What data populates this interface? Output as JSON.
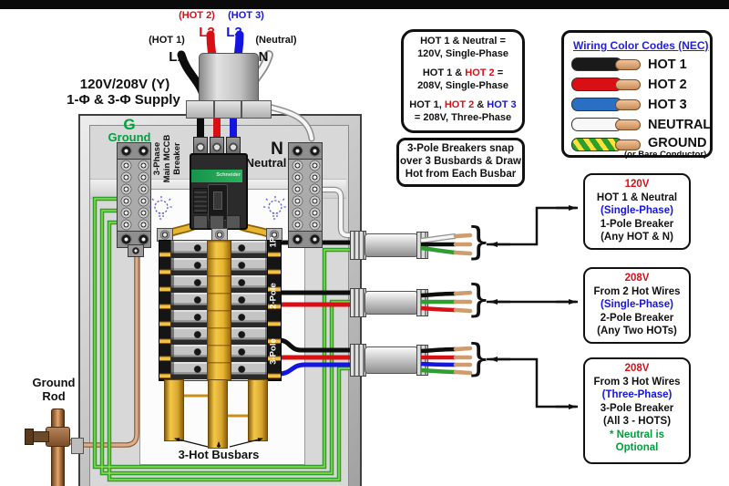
{
  "colors": {
    "hot1": "#1a1a1a",
    "hot2": "#d90f16",
    "hot3": "#1515e0",
    "neutral": "#f8f8f8",
    "ground_green": "#2e9e30",
    "copper": "#cf9c6e",
    "busbar_gold": "#e8b52f",
    "note_green": "#00a03c",
    "legend_title_blue": "#2222dd"
  },
  "supply": {
    "hot2_paren": "(HOT 2)",
    "hot2_line": "L2",
    "hot3_paren": "(HOT 3)",
    "hot3_line": "L3",
    "hot1_paren": "(HOT 1)",
    "hot1_line": "L1",
    "neutral_paren": "(Neutral)",
    "neutral_line": "N",
    "voltage1": "120V/208V (Y)",
    "voltage2": "1-Φ & 3-Φ Supply"
  },
  "info_box": {
    "l1a": "HOT 1 & Neutral =",
    "l1b": "120V, Single-Phase",
    "l2a": "HOT 1 & ",
    "l2b": "HOT 2",
    "l2c": " =",
    "l2d": "208V, Single-Phase",
    "l3a": "HOT 1, ",
    "l3b": "HOT 2",
    "l3c": " & ",
    "l3d": "HOT 3",
    "l3e": "= 208V, Three-Phase"
  },
  "snap_box": {
    "line1": "3-Pole Breakers snap",
    "line2": "over 3 Busbards & Draw",
    "line3": "Hot from Each Busbar"
  },
  "legend": {
    "title": "Wiring Color Codes (NEC)",
    "rows": [
      {
        "label": "HOT 1",
        "color": "#1a1a1a"
      },
      {
        "label": "HOT 2",
        "color": "#d90f16"
      },
      {
        "label": "HOT 3",
        "color": "#2b6fc4"
      },
      {
        "label": "NEUTRAL",
        "color": "#f8f8f8"
      },
      {
        "label": "GROUND",
        "color": "#2ca02c",
        "sub": "(or Bare Conductor)"
      }
    ]
  },
  "panel": {
    "ground_letter": "G",
    "ground_label": "Ground",
    "neutral_letter": "N",
    "neutral_label": "Neutral",
    "main_breaker_l1": "3-Phase",
    "main_breaker_l2": "Main MCCB",
    "main_breaker_l3": "Breaker",
    "brand": "Schneider",
    "group_1p": "1P",
    "group_2p": "2-Pole",
    "group_3p": "3-Pole",
    "busbar_label": "3-Hot Busbars"
  },
  "ground_rod": {
    "line1": "Ground",
    "line2": "Rod"
  },
  "callouts": [
    {
      "voltage": "120V",
      "l1": "HOT 1 & Neutral",
      "l2": "(Single-Phase)",
      "l3": "1-Pole Breaker",
      "l4": "(Any HOT & N)"
    },
    {
      "voltage": "208V",
      "l1": "From 2 Hot Wires",
      "l2": "(Single-Phase)",
      "l3": "2-Pole Breaker",
      "l4": "(Any Two HOTs)"
    },
    {
      "voltage": "208V",
      "l1": "From 3 Hot Wires",
      "l2": "(Three-Phase)",
      "l3": "3-Pole Breaker",
      "l4": "(All 3 - HOTS)",
      "note1": "* Neutral is",
      "note2": "Optional"
    }
  ],
  "brace_glyph": "}"
}
